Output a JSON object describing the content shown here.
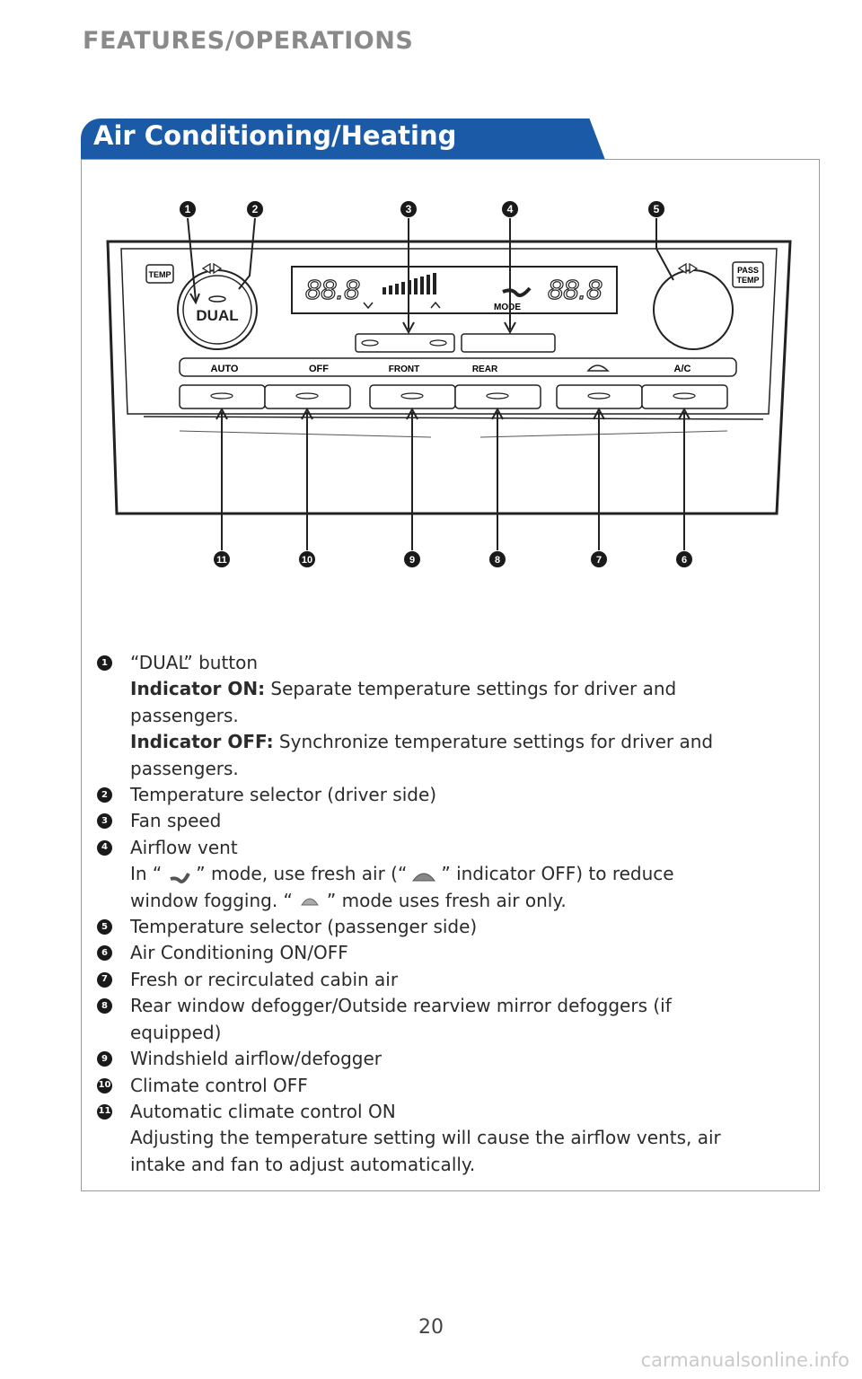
{
  "header": {
    "section": "FEATURES/OPERATIONS"
  },
  "tab": {
    "title": "Air Conditioning/Heating"
  },
  "panel": {
    "temp_left": "TEMP",
    "temp_right_line1": "PASS",
    "temp_right_line2": "TEMP",
    "dual_label": "DUAL",
    "mode_label": "MODE",
    "button_labels": [
      "AUTO",
      "OFF",
      "FRONT",
      "REAR",
      "A/C"
    ],
    "display_left": "88.8",
    "display_right": "88.8"
  },
  "callouts_top": [
    "1",
    "2",
    "3",
    "4",
    "5"
  ],
  "callouts_bottom": [
    "11",
    "10",
    "9",
    "8",
    "7",
    "6"
  ],
  "legend": [
    {
      "num": "1",
      "lines": [
        "“DUAL” button"
      ]
    },
    {
      "num": "",
      "lines": [],
      "label_bold": "Indicator ON:",
      "text": " Separate temperature settings for driver and",
      "text2": "passengers."
    },
    {
      "num": "",
      "label_bold": "Indicator OFF:",
      "text": " Synchronize temperature settings for driver and",
      "text2": "passengers."
    },
    {
      "num": "2",
      "lines": [
        "Temperature selector (driver side)"
      ]
    },
    {
      "num": "3",
      "lines": [
        "Fan speed"
      ]
    },
    {
      "num": "4",
      "lines": [
        "Airflow vent"
      ]
    },
    {
      "num": "5",
      "lines": [
        "Temperature selector (passenger side)"
      ]
    },
    {
      "num": "6",
      "lines": [
        "Air Conditioning ON/OFF"
      ]
    },
    {
      "num": "7",
      "lines": [
        "Fresh or recirculated cabin air"
      ]
    },
    {
      "num": "8",
      "lines": [
        "Rear window defogger/Outside rearview mirror defoggers (if",
        "equipped)"
      ]
    },
    {
      "num": "9",
      "lines": [
        "Windshield airflow/defogger"
      ]
    },
    {
      "num": "10",
      "lines": [
        "Climate control OFF"
      ]
    },
    {
      "num": "11",
      "lines": [
        "Automatic climate control ON",
        "Adjusting the temperature setting will cause the airflow vents, air",
        "intake and fan to adjust automatically."
      ]
    }
  ],
  "legend_text": {
    "item1": "“DUAL” button",
    "ind_on_label": "Indicator ON:",
    "ind_on_text": " Separate temperature settings for driver and",
    "ind_on_text2": "passengers.",
    "ind_off_label": "Indicator OFF:",
    "ind_off_text": " Synchronize temperature settings for driver and",
    "ind_off_text2": "passengers.",
    "item2": "Temperature selector (driver side)",
    "item3": "Fan speed",
    "item4": "Airflow vent",
    "item4_a1": "In “",
    "item4_a2": "” mode, use fresh air (“",
    "item4_a3": "” indicator OFF) to reduce",
    "item4_b1": "window fogging. “",
    "item4_b2": "” mode uses fresh air only.",
    "item5": "Temperature selector (passenger side)",
    "item6": "Air Conditioning ON/OFF",
    "item7": "Fresh or recirculated cabin air",
    "item8a": "Rear window defogger/Outside rearview mirror defoggers (if",
    "item8b": "equipped)",
    "item9": "Windshield airflow/defogger",
    "item10": "Climate control OFF",
    "item11a": "Automatic climate control ON",
    "item11b": "Adjusting the temperature setting will cause the airflow vents, air",
    "item11c": "intake and fan to adjust automatically."
  },
  "page_number": "20",
  "watermark": "carmanualsonline.info"
}
